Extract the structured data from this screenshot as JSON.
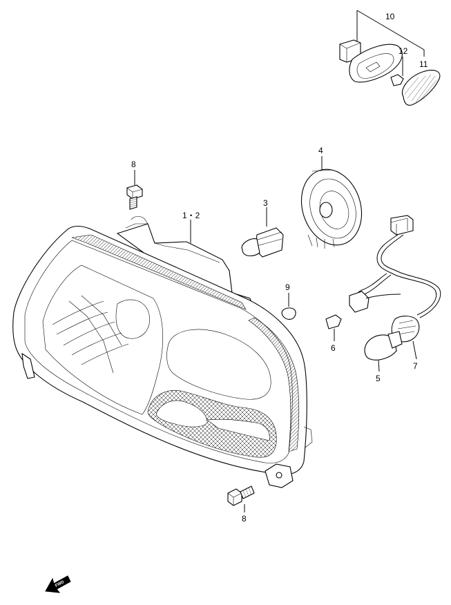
{
  "callouts": {
    "c1_2": "1・2",
    "c3": "3",
    "c4": "4",
    "c5": "5",
    "c6": "6",
    "c7": "7",
    "c8_top": "8",
    "c8_bottom": "8",
    "c9": "9",
    "c10": "10",
    "c11": "11",
    "c12": "12"
  },
  "direction_marker": {
    "label": "FWD",
    "icon": "forward-arrow-icon"
  },
  "colors": {
    "ink": "#000000",
    "background": "#ffffff"
  }
}
